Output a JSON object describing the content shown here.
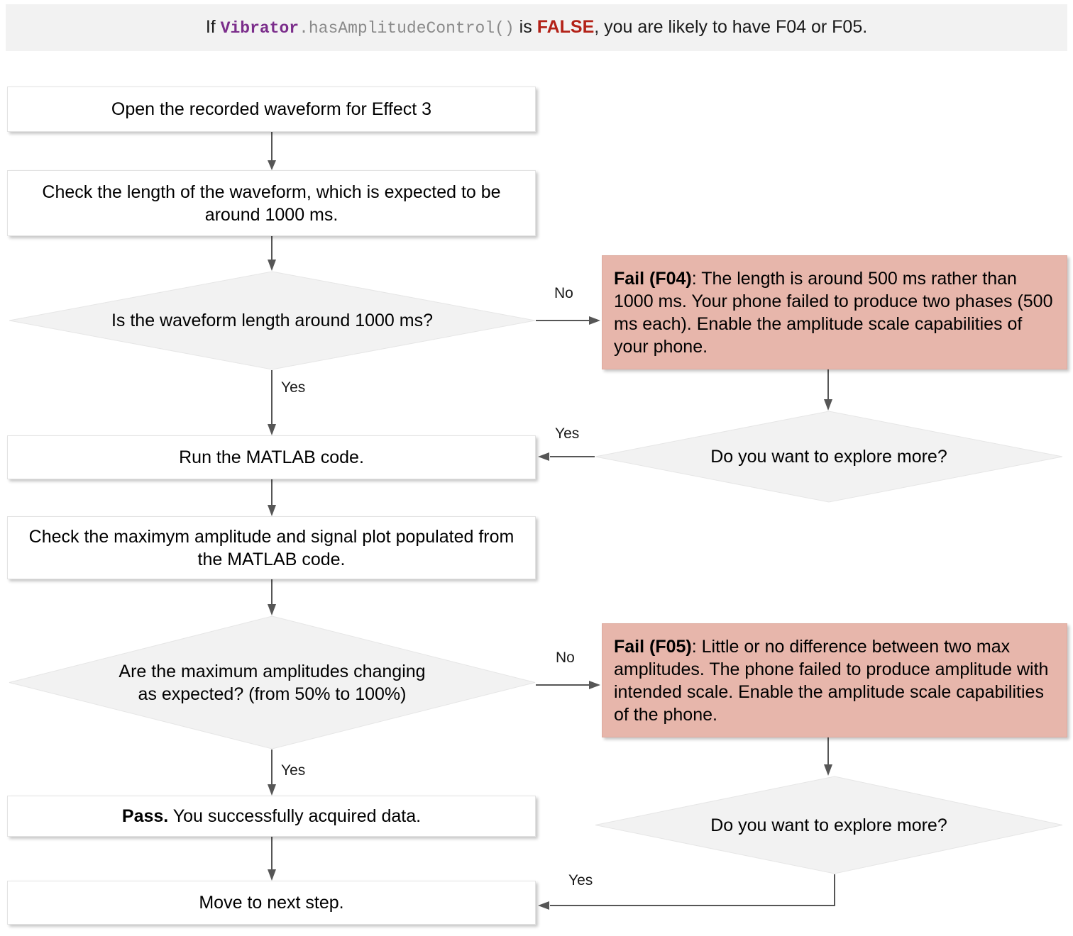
{
  "banner": {
    "prefix": "If ",
    "class_name": "Vibrator",
    "method": ".hasAmplitudeControl()",
    "middle": " is ",
    "value": "FALSE",
    "suffix": ", you are likely to have F04 or F05.",
    "bg_color": "#f2f2f2",
    "class_color": "#7b2d8b",
    "method_color": "#8a8a8a",
    "value_color": "#b32117"
  },
  "colors": {
    "process_fill": "#ffffff",
    "decision_fill": "#f2f2f2",
    "decision_stroke": "#e6e6e6",
    "fail_fill": "#e7b6ab",
    "connector": "#565656",
    "text": "#000000"
  },
  "nodes": {
    "open_waveform": {
      "label": "Open the recorded waveform for Effect 3",
      "type": "process"
    },
    "check_length": {
      "label": "Check the length of the waveform, which is expected to be around 1000 ms.",
      "type": "process"
    },
    "decide_length": {
      "label": "Is the waveform length around 1000 ms?",
      "type": "decision"
    },
    "fail_f04": {
      "type": "fail",
      "code": "Fail (F04)",
      "body": ": The length is around 500 ms rather than 1000 ms. Your phone failed to produce two phases (500 ms each). Enable the amplitude scale capabilities of your phone."
    },
    "explore_more_1": {
      "label": "Do you want to explore more?",
      "type": "decision"
    },
    "run_matlab": {
      "label": "Run the MATLAB code.",
      "type": "process"
    },
    "check_amplitude": {
      "label": "Check the maximym amplitude and signal plot populated from the MATLAB code.",
      "type": "process"
    },
    "decide_amplitude": {
      "label": "Are the maximum amplitudes changing as expected? (from 50% to 100%)",
      "type": "decision"
    },
    "fail_f05": {
      "type": "fail",
      "code": "Fail (F05)",
      "body": ": Little or no difference between two max amplitudes. The phone failed to produce amplitude with intended scale. Enable the amplitude scale capabilities of the phone."
    },
    "explore_more_2": {
      "label": "Do you want to explore more?",
      "type": "decision"
    },
    "pass": {
      "type": "process",
      "strong": "Pass.",
      "body": " You successfully acquired data."
    },
    "next_step": {
      "label": "Move to next step.",
      "type": "process"
    }
  },
  "edge_labels": {
    "length_no": "No",
    "length_yes": "Yes",
    "explore1_yes": "Yes",
    "amplitude_no": "No",
    "amplitude_yes": "Yes",
    "explore2_yes": "Yes"
  }
}
